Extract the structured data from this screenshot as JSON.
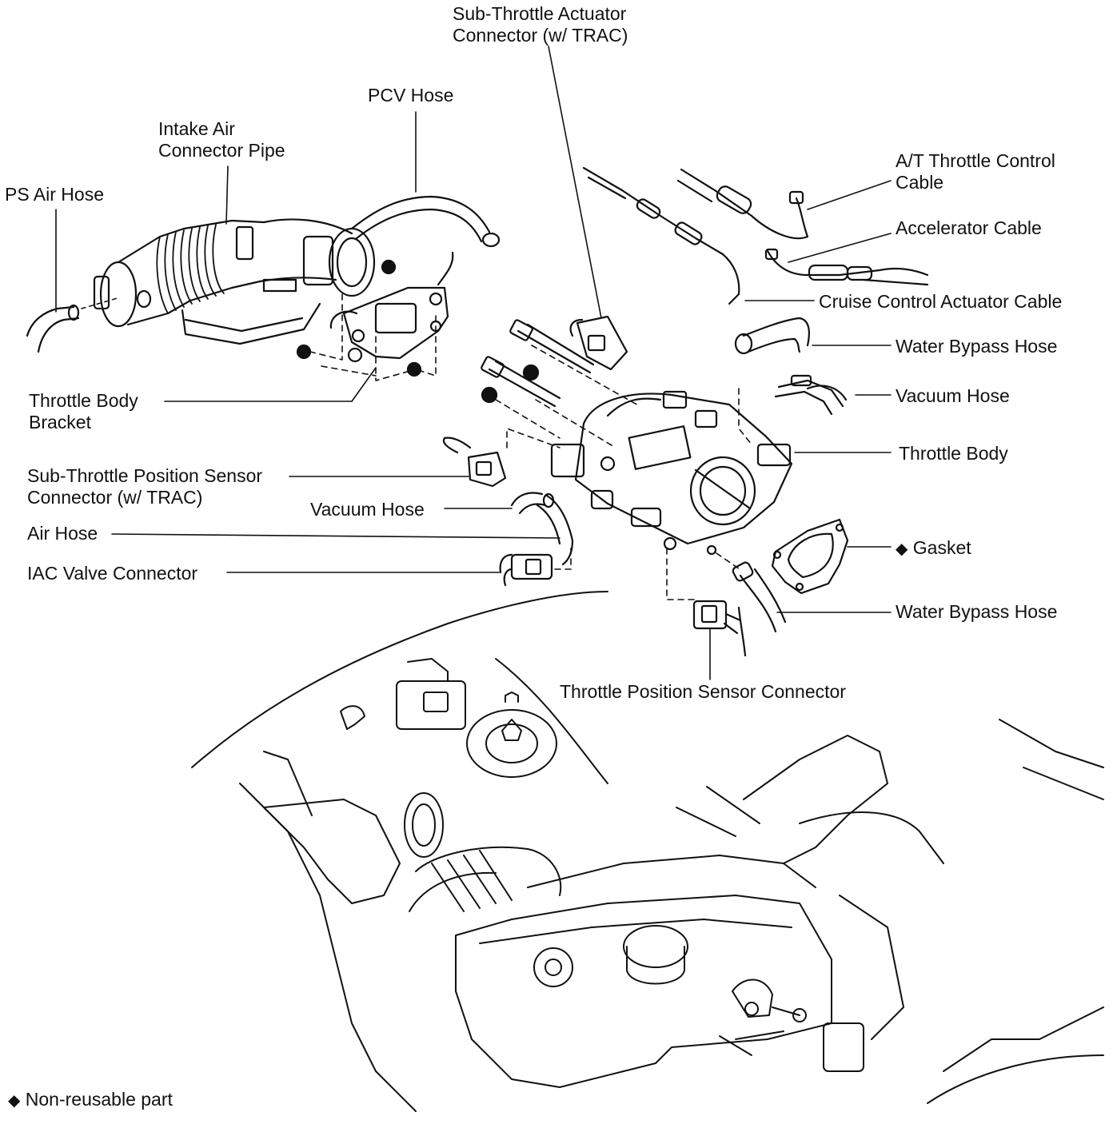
{
  "diagram": {
    "labels": {
      "sub_throttle_actuator": [
        "Sub-Throttle Actuator",
        "Connector (w/ TRAC)"
      ],
      "pcv_hose": "PCV Hose",
      "intake_air_connector_pipe": [
        "Intake Air",
        "Connector Pipe"
      ],
      "ps_air_hose": "PS Air Hose",
      "at_throttle_control_cable": [
        "A/T Throttle Control",
        "Cable"
      ],
      "accelerator_cable": "Accelerator Cable",
      "cruise_control_actuator_cable": "Cruise Control Actuator Cable",
      "water_bypass_hose_upper": "Water Bypass Hose",
      "vacuum_hose_right": "Vacuum Hose",
      "throttle_body": "Throttle Body",
      "throttle_body_bracket": [
        "Throttle Body",
        "Bracket"
      ],
      "sub_throttle_position_sensor": [
        "Sub-Throttle Position Sensor",
        "Connector (w/ TRAC)"
      ],
      "vacuum_hose_left": "Vacuum Hose",
      "air_hose": "Air Hose",
      "gasket": "Gasket",
      "iac_valve_connector": "IAC Valve Connector",
      "water_bypass_hose_lower": "Water Bypass Hose",
      "throttle_position_sensor_connector": "Throttle Position Sensor Connector"
    },
    "footnote": "Non-reusable part",
    "non_reusable_symbol": "◆"
  }
}
